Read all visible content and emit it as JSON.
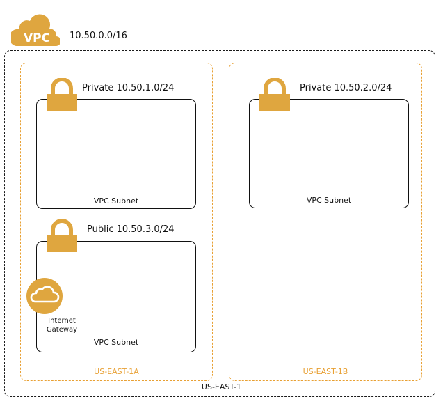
{
  "vpc": {
    "badge": "VPC",
    "cidr": "10.50.0.0/16"
  },
  "region": {
    "label": "US-EAST-1"
  },
  "availability_zones": [
    {
      "label": "US-EAST-1A"
    },
    {
      "label": "US-EAST-1B"
    }
  ],
  "subnets": [
    {
      "title": "Private 10.50.1.0/24",
      "caption": "VPC Subnet"
    },
    {
      "title": "Private 10.50.2.0/24",
      "caption": "VPC Subnet"
    },
    {
      "title": "Public 10.50.3.0/24",
      "caption": "VPC Subnet"
    }
  ],
  "internet_gateway": {
    "label_line1": "Internet",
    "label_line2": "Gateway",
    "icon": "cloud-icon"
  },
  "colors": {
    "accent": "#e8a033",
    "icon_fill": "#dfa63f",
    "border": "#1a1a1a"
  }
}
